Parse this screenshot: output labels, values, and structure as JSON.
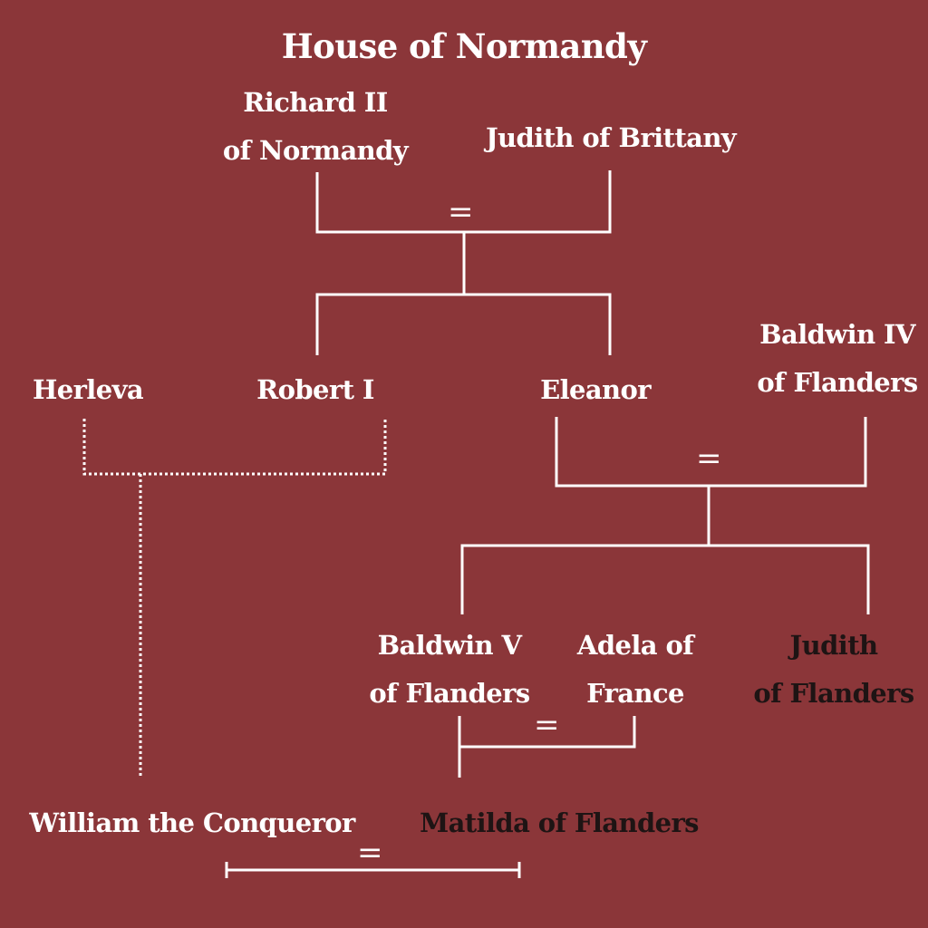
{
  "title": "House of  Normandy",
  "colors": {
    "background": "#8b3639",
    "line": "#ffffff",
    "text": "#ffffff",
    "highlight_text": "#1e1414"
  },
  "people": {
    "richard_ii": {
      "line1": "Richard II",
      "line2": "of Normandy"
    },
    "judith_brittany": "Judith of Brittany",
    "herleva": "Herleva",
    "robert_i": "Robert I",
    "eleanor": "Eleanor",
    "baldwin_iv": {
      "line1": "Baldwin IV",
      "line2": "of Flanders"
    },
    "baldwin_v": {
      "line1": "Baldwin V",
      "line2": "of Flanders"
    },
    "adela": {
      "line1": "Adela of",
      "line2": "France"
    },
    "judith_flanders": {
      "line1": "Judith",
      "line2": "of Flanders"
    },
    "william": "William the Conqueror",
    "matilda": "Matilda of Flanders"
  },
  "marriage_symbol": "="
}
